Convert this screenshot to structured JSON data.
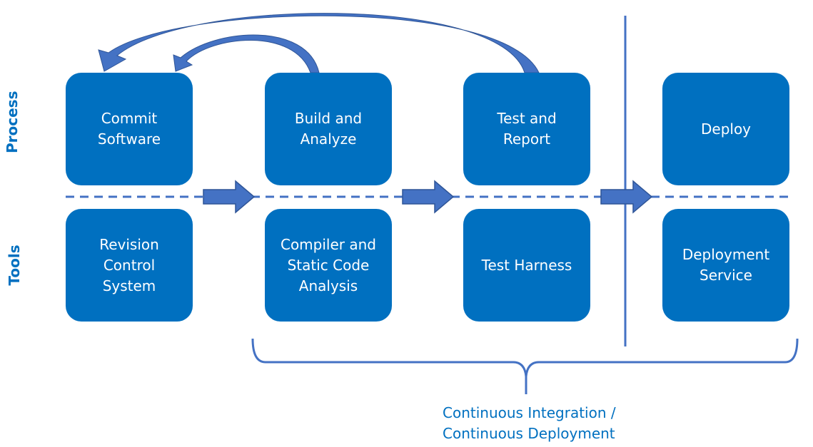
{
  "row_labels": {
    "process": "Process",
    "tools": "Tools"
  },
  "process_steps": [
    {
      "label": "Commit\nSoftware"
    },
    {
      "label": "Build and\nAnalyze"
    },
    {
      "label": "Test and\nReport"
    },
    {
      "label": "Deploy"
    }
  ],
  "tools": [
    {
      "label": "Revision\nControl\nSystem"
    },
    {
      "label": "Compiler and\nStatic Code\nAnalysis"
    },
    {
      "label": "Test Harness"
    },
    {
      "label": "Deployment\nService"
    }
  ],
  "bracket_label": "Continuous Integration /\nContinuous Deployment",
  "colors": {
    "box_fill": "#0070c0",
    "label_text": "#0070c0",
    "arrow_fill": "#4472c4",
    "line": "#4472c4"
  }
}
